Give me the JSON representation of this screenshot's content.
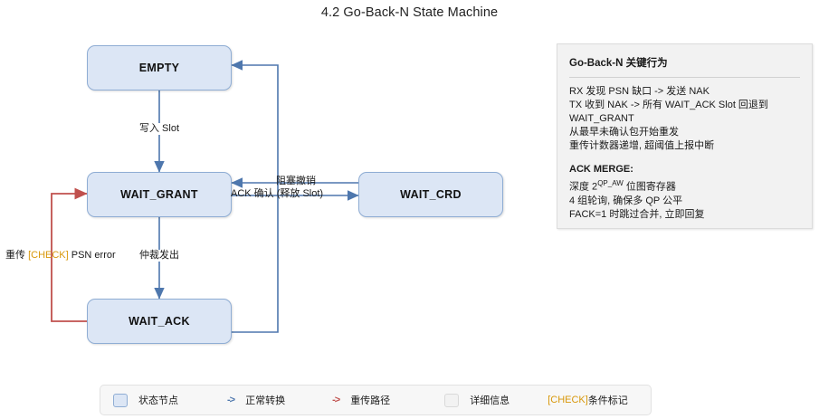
{
  "title": "4.2 Go-Back-N State Machine",
  "nodes": {
    "empty": "EMPTY",
    "wait_grant": "WAIT_GRANT",
    "wait_ack": "WAIT_ACK",
    "wait_crd": "WAIT_CRD"
  },
  "edges": {
    "write_slot": "写入 Slot",
    "arbitrate": "仲裁发出",
    "block_cancel": "阻塞撤销",
    "ack_confirm": "ACK 确认 (释放 Slot)",
    "retransmit_prefix": "重传 ",
    "retransmit_check": "[CHECK]",
    "retransmit_suffix": " PSN error"
  },
  "panel": {
    "heading": "Go-Back-N 关键行为",
    "behavior_lines": [
      "RX 发现 PSN 缺口 -> 发送 NAK",
      "TX 收到 NAK -> 所有 WAIT_ACK Slot 回退到",
      "WAIT_GRANT",
      "从最早未确认包开始重发",
      "重传计数器递增, 超阈值上报中断"
    ],
    "merge_title": "ACK MERGE:",
    "merge_depth_prefix": "深度 2",
    "merge_depth_sup": "QP_AW",
    "merge_depth_suffix": " 位图寄存器",
    "merge_lines": [
      "4 组轮询, 确保多 QP 公平",
      "FACK=1 时跳过合并, 立即回复"
    ]
  },
  "legend": {
    "state_node": "状态节点",
    "normal_arrow": "->",
    "normal_label": "正常转换",
    "retrans_arrow": "->",
    "retrans_label": "重传路径",
    "detail_label": "详细信息",
    "check_tag": "[CHECK]",
    "check_label": " 条件标记"
  },
  "colors": {
    "node_fill": "#dce6f5",
    "node_border": "#8fadd4",
    "normal_edge": "#4e77ad",
    "retrans_edge": "#c0504d",
    "check_tag": "#d8980b",
    "panel_bg": "#f2f2f2"
  }
}
